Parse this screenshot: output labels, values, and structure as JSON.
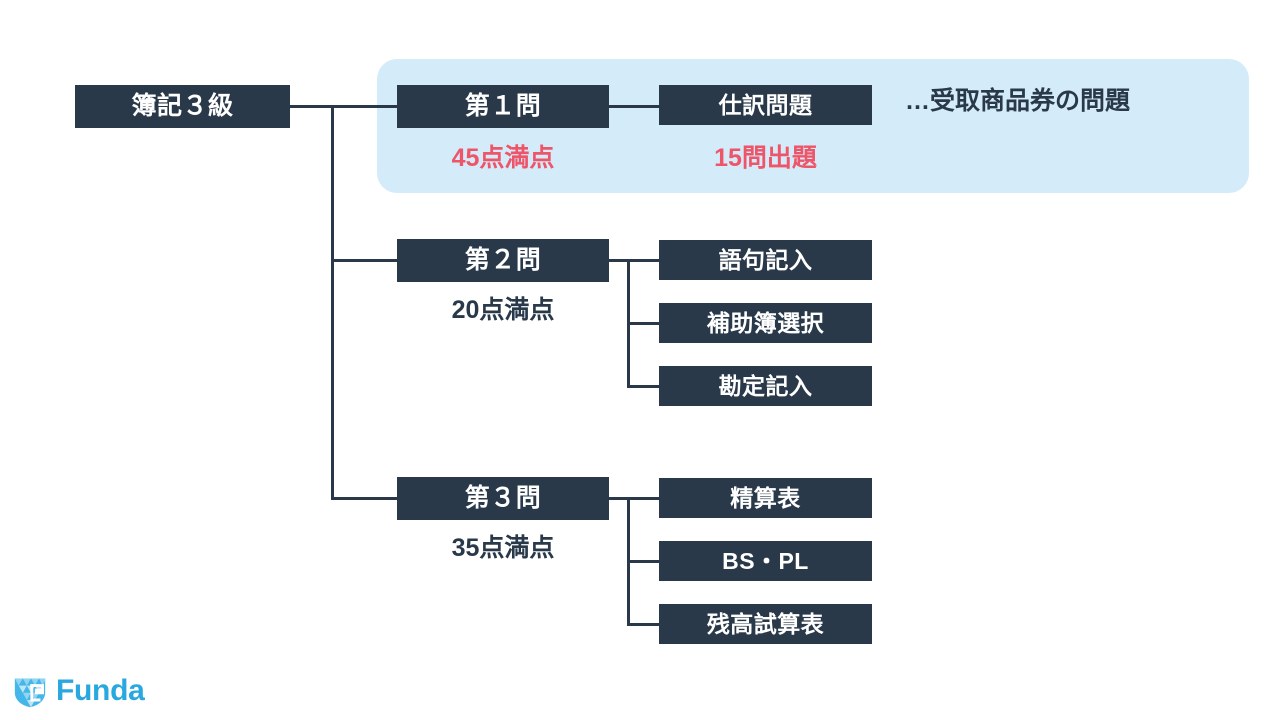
{
  "diagram": {
    "root": {
      "label": "簿記３級"
    },
    "sections": [
      {
        "id": "q1",
        "title": "第１問",
        "points": "45点満点",
        "points_color": "#ee5569",
        "highlighted": true,
        "annotation": "…受取商品券の問題",
        "items": [
          {
            "label": "仕訳問題",
            "note": "15問出題",
            "note_color": "#ee5569"
          }
        ]
      },
      {
        "id": "q2",
        "title": "第２問",
        "points": "20点満点",
        "points_color": "#29394a",
        "highlighted": false,
        "items": [
          {
            "label": "語句記入"
          },
          {
            "label": "補助簿選択"
          },
          {
            "label": "勘定記入"
          }
        ]
      },
      {
        "id": "q3",
        "title": "第３問",
        "points": "35点満点",
        "points_color": "#29394a",
        "highlighted": false,
        "items": [
          {
            "label": "精算表"
          },
          {
            "label": "BS・PL"
          },
          {
            "label": "残高試算表"
          }
        ]
      }
    ]
  },
  "brand": {
    "name": "Funda",
    "mark": "gem-icon",
    "color": "#29a8e0"
  },
  "colors": {
    "box_fill": "#29394a",
    "box_text": "#ffffff",
    "highlight_fill": "#d4ebfa",
    "accent_red": "#ee5569",
    "line": "#29394a",
    "background": "#ffffff"
  }
}
